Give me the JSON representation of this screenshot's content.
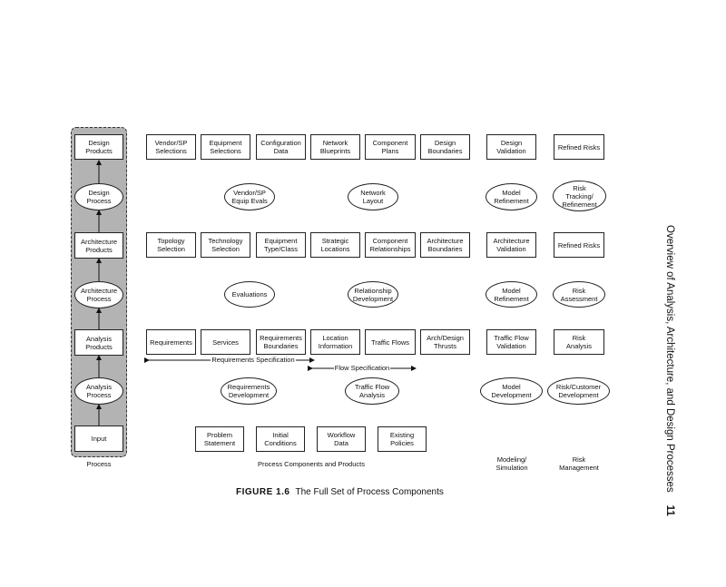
{
  "process_column": {
    "nodes": [
      {
        "label": "Design\nProducts",
        "shape": "box"
      },
      {
        "label": "Design\nProcess",
        "shape": "oval"
      },
      {
        "label": "Architecture\nProducts",
        "shape": "box"
      },
      {
        "label": "Architecture\nProcess",
        "shape": "oval"
      },
      {
        "label": "Analysis\nProducts",
        "shape": "box"
      },
      {
        "label": "Analysis\nProcess",
        "shape": "oval"
      },
      {
        "label": "Input",
        "shape": "box"
      }
    ],
    "caption": "Process"
  },
  "design_products": [
    "Vendor/SP\nSelections",
    "Equipment\nSelections",
    "Configuration\nData",
    "Network\nBlueprints",
    "Component\nPlans",
    "Design\nBoundaries"
  ],
  "design_process": [
    "Vendor/SP\nEquip Evals",
    "Network\nLayout"
  ],
  "architecture_products": [
    "Topology\nSelection",
    "Technology\nSelection",
    "Equipment\nType/Class",
    "Strategic\nLocations",
    "Component\nRelationships",
    "Architecture\nBoundaries"
  ],
  "architecture_process": [
    "Evaluations",
    "Relationship\nDevelopment"
  ],
  "analysis_products": [
    "Requirements",
    "Services",
    "Requirements\nBoundaries",
    "Location\nInformation",
    "Traffic Flows",
    "Arch/Design\nThrusts"
  ],
  "analysis_process": [
    "Requirements\nDevelopment",
    "Traffic Flow\nAnalysis"
  ],
  "inputs": [
    "Problem\nStatement",
    "Initial\nConditions",
    "Workflow\nData",
    "Existing\nPolicies"
  ],
  "spans": {
    "requirements_spec": "Requirements Specification",
    "flow_spec": "Flow Specification"
  },
  "modeling_column": {
    "items": [
      "Design\nValidation",
      "Model\nRefinement",
      "Architecture\nValidation",
      "Model\nRefinement",
      "Traffic Flow\nValidation",
      "Model\nDevelopment"
    ],
    "caption": "Modeling/\nSimulation"
  },
  "risk_column": {
    "items": [
      "Refined Risks",
      "Risk\nTracking/\nRefinement",
      "Refined Risks",
      "Risk\nAssessment",
      "Risk\nAnalysis",
      "Risk/Customer\nDevelopment"
    ],
    "caption": "Risk\nManagement"
  },
  "components_caption": "Process Components and Products",
  "figure": {
    "number": "FIGURE 1.6",
    "title": "The Full Set of Process Components"
  },
  "page_header": {
    "title": "Overview of Analysis, Architecture, and Design Processes",
    "page_number": "11"
  }
}
